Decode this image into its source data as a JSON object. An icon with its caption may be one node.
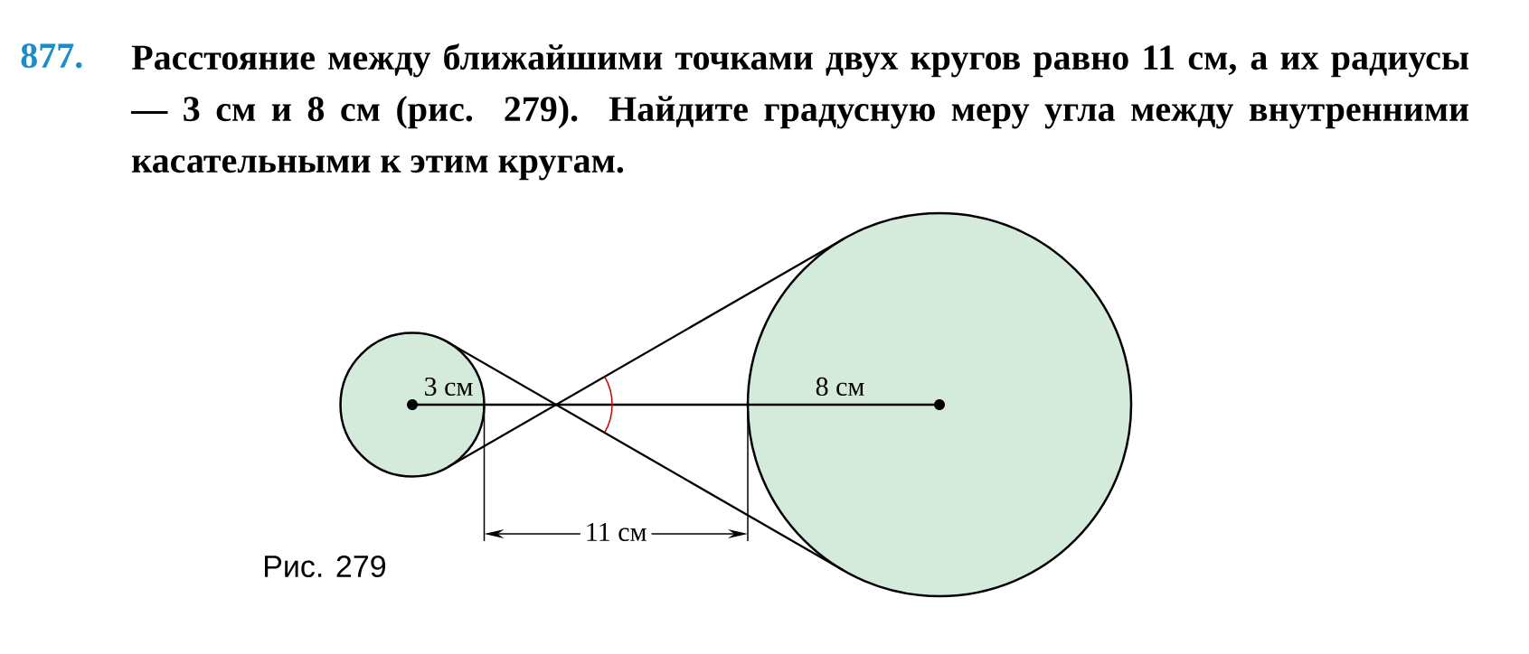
{
  "diagram": {
    "nodes": [
      {
        "text": [
          "3 см"
        ]
      },
      {
        "text": [
          "8 см"
        ]
      }
    ],
    "edges": [
      {
        "from": 0,
        "to": 1,
        "arrow": "none"
      },
      {
        "from": 0,
        "to": 1,
        "arrow": "none"
      },
      {
        "from": 0,
        "to": 1,
        "arrow": "none"
      }
    ],
    "labels": [
      "877.",
      "Расстояние между ближайшими точками двух кругов равно 11 см, а их радиусы — 3 см и 8 см (рис. 279). Найдите градусную меру угла между внутренними касательными к этим кругам.",
      "11 см",
      "Рис. 279"
    ]
  }
}
